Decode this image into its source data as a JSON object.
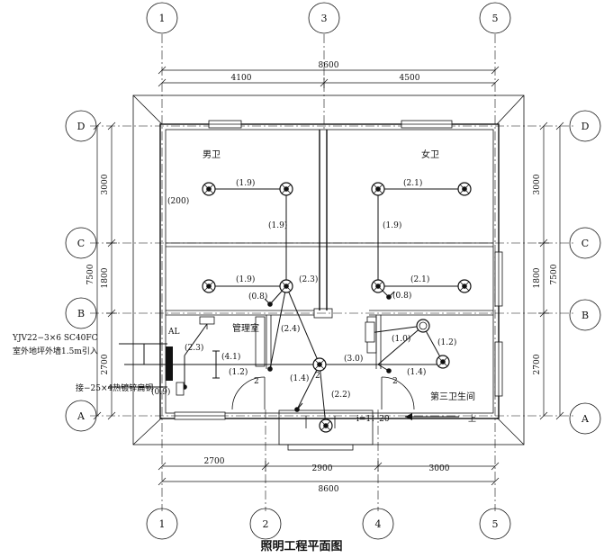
{
  "title": "照明工程平面图",
  "rooms": {
    "men_toilet": "男卫",
    "women_toilet": "女卫",
    "management": "管理室",
    "third_toilet": "第三卫生间"
  },
  "axes": {
    "num": [
      "1",
      "2",
      "3",
      "4",
      "5"
    ],
    "letters": [
      "A",
      "B",
      "C",
      "D"
    ]
  },
  "dims": {
    "top_total": "8600",
    "top_left": "4100",
    "top_right": "4500",
    "bottom_left": "2700",
    "bottom_mid": "2900",
    "bottom_right": "3000",
    "bottom_total": "8600",
    "left_total": "7500",
    "left_1": "3000",
    "left_2": "1800",
    "left_3": "2700",
    "right_total": "7500",
    "right_1": "3000",
    "right_2": "1800",
    "right_3": "2700",
    "small_200": "(200)"
  },
  "labels": {
    "cable": "YJV22−3×6  SC40FC",
    "cable_note": "室外地坪外墙1.5m引入",
    "ground": "接−25×4热镀锌扁钢",
    "panel": "AL",
    "slope": "i=1：20",
    "up": "上",
    "c_09a": "(0.9)",
    "c_19a": "(1.9)",
    "c_19b": "(1.9)",
    "c_19c": "(1.9)",
    "c_21a": "(2.1)",
    "c_19d": "(1.9)",
    "c_21b": "(2.1)",
    "c_23a": "(2.3)",
    "c_08a": "(0.8)",
    "c_08b": "(0.8)",
    "c_24": "(2.4)",
    "c_23b": "(2.3)",
    "c_41": "(4.1)",
    "c_12a": "(1.2)",
    "c_30": "(3.0)",
    "c_14a": "(1.4)",
    "c_14b": "(1.4)",
    "c_22": "(2.2)",
    "c_10": "(1.0)",
    "c_12b": "(1.2)",
    "n2a": "2",
    "n2b": "2",
    "n2c": "2"
  }
}
